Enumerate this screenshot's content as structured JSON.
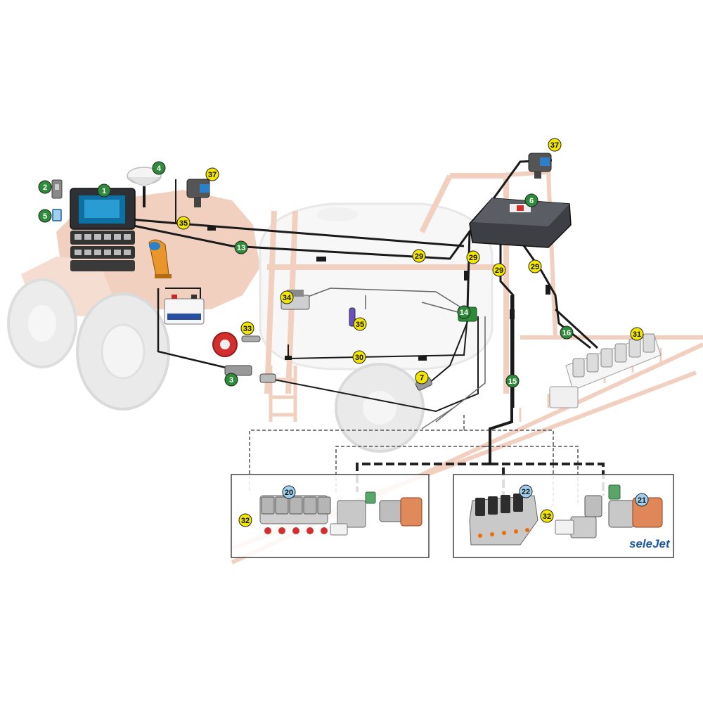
{
  "colors": {
    "green": "#2e8b3a",
    "yellow": "#f2e600",
    "blue": "#9fd0ee",
    "wire": "#1a1a1a",
    "machine": "#e8aa8e",
    "tyre": "#d9d9d9"
  },
  "callouts": [
    {
      "id": "c1",
      "label": "1",
      "style": "green"
    },
    {
      "id": "c2",
      "label": "2",
      "style": "green"
    },
    {
      "id": "c3",
      "label": "3",
      "style": "green"
    },
    {
      "id": "c4",
      "label": "4",
      "style": "green"
    },
    {
      "id": "c5",
      "label": "5",
      "style": "green"
    },
    {
      "id": "c6",
      "label": "6",
      "style": "green"
    },
    {
      "id": "c7",
      "label": "7",
      "style": "yellow"
    },
    {
      "id": "c13",
      "label": "13",
      "style": "green"
    },
    {
      "id": "c14",
      "label": "14",
      "style": "green"
    },
    {
      "id": "c15",
      "label": "15",
      "style": "green"
    },
    {
      "id": "c16",
      "label": "16",
      "style": "green"
    },
    {
      "id": "c20",
      "label": "20",
      "style": "blue"
    },
    {
      "id": "c21",
      "label": "21",
      "style": "blue"
    },
    {
      "id": "c22",
      "label": "22",
      "style": "blue"
    },
    {
      "id": "c29a",
      "label": "29",
      "style": "yellow"
    },
    {
      "id": "c29b",
      "label": "29",
      "style": "yellow"
    },
    {
      "id": "c29c",
      "label": "29",
      "style": "yellow"
    },
    {
      "id": "c29d",
      "label": "29",
      "style": "yellow"
    },
    {
      "id": "c30",
      "label": "30",
      "style": "yellow"
    },
    {
      "id": "c31",
      "label": "31",
      "style": "yellow"
    },
    {
      "id": "c32a",
      "label": "32",
      "style": "yellow"
    },
    {
      "id": "c32b",
      "label": "32",
      "style": "yellow"
    },
    {
      "id": "c33",
      "label": "33",
      "style": "yellow"
    },
    {
      "id": "c34",
      "label": "34",
      "style": "yellow"
    },
    {
      "id": "c35a",
      "label": "35",
      "style": "yellow"
    },
    {
      "id": "c35b",
      "label": "35",
      "style": "yellow"
    },
    {
      "id": "c37a",
      "label": "37",
      "style": "yellow"
    },
    {
      "id": "c37b",
      "label": "37",
      "style": "yellow"
    }
  ],
  "brand": {
    "logo_text": "seleJet",
    "logo_icon": "selejet-logo"
  },
  "icons": {
    "terminal": "control-terminal-icon",
    "gps": "gps-antenna-icon",
    "camera": "camera-icon",
    "ecu": "ecu-module-icon",
    "battery": "battery-icon",
    "joystick": "joystick-icon",
    "valve_bank": "valve-bank-icon",
    "nozzle_bank": "nozzle-valve-bank-icon"
  }
}
